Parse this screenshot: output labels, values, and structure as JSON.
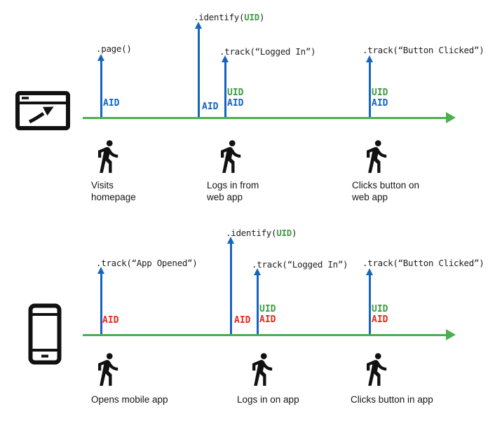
{
  "colors": {
    "timeline_green": "#4caf50",
    "event_arrow_blue": "#1565c0",
    "uid_green": "#3f9a42",
    "aid_blue": "#1565c0",
    "aid_red": "#e5291c",
    "code_text": "#212121",
    "caption_text": "#161616",
    "icon_black": "#111111"
  },
  "web": {
    "device_icon": "browser-window-icon",
    "events": [
      {
        "pre": ".page()",
        "uid": "",
        "post": ""
      },
      {
        "pre": ".identify(",
        "uid": "UID",
        "post": ")"
      },
      {
        "pre": ".track(“Logged In”)",
        "uid": "",
        "post": ""
      },
      {
        "pre": ".track(“Button Clicked”)",
        "uid": "",
        "post": ""
      }
    ],
    "ids": {
      "page_aid": "AID",
      "identify_aid": "AID",
      "login_uid": "UID",
      "login_aid": "AID",
      "click_uid": "UID",
      "click_aid": "AID"
    },
    "captions": [
      {
        "line1": "Visits",
        "line2": "homepage"
      },
      {
        "line1": "Logs in from",
        "line2": "web app"
      },
      {
        "line1": "Clicks button on",
        "line2": "web app"
      }
    ]
  },
  "mobile": {
    "device_icon": "smartphone-icon",
    "events": [
      {
        "pre": ".track(“App Opened”)",
        "uid": "",
        "post": ""
      },
      {
        "pre": ".identify(",
        "uid": "UID",
        "post": ")"
      },
      {
        "pre": ".track(“Logged In”)",
        "uid": "",
        "post": ""
      },
      {
        "pre": ".track(“Button Clicked”)",
        "uid": "",
        "post": ""
      }
    ],
    "ids": {
      "open_aid": "AID",
      "identify_aid": "AID",
      "login_uid": "UID",
      "login_aid": "AID",
      "click_uid": "UID",
      "click_aid": "AID"
    },
    "captions": [
      {
        "line1": "Opens mobile app",
        "line2": ""
      },
      {
        "line1": "Logs in on app",
        "line2": ""
      },
      {
        "line1": "Clicks button in app",
        "line2": ""
      }
    ]
  }
}
